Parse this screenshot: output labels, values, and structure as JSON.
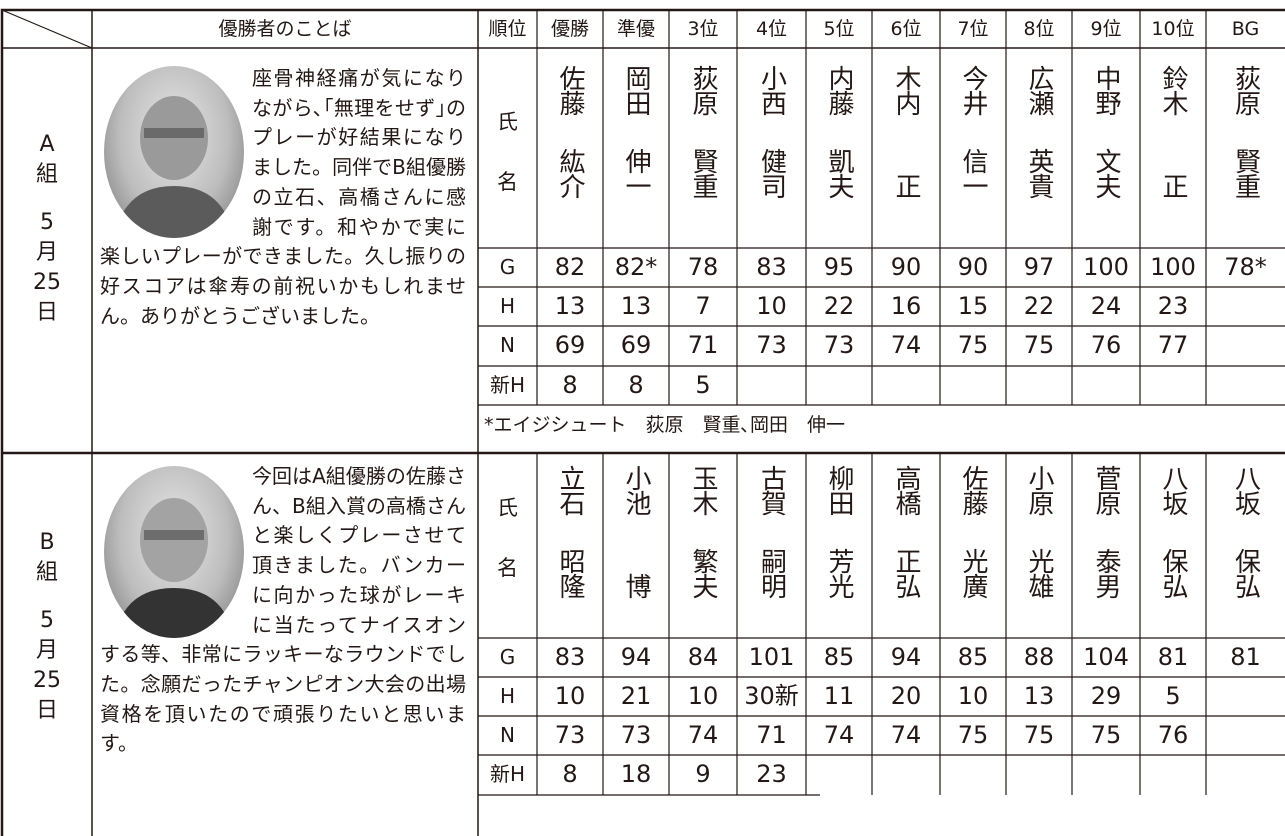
{
  "header": {
    "message_title": "優勝者のことば",
    "columns": [
      "順位",
      "優勝",
      "準優",
      "3位",
      "4位",
      "5位",
      "6位",
      "7位",
      "8位",
      "9位",
      "10位",
      "BG"
    ]
  },
  "labels": {
    "name_top": "氏",
    "name_bottom": "名",
    "g": "G",
    "h": "H",
    "n": "N",
    "newh": "新H"
  },
  "groupA": {
    "side": [
      "A",
      "組",
      "5",
      "月",
      "25",
      "日"
    ],
    "message": "座骨神経痛が気になりながら､｢無理をせず｣のプレーが好結果になりました。同伴でB組優勝の立石、高橋さんに感謝です。和やかで実に楽しいプレーができました。久し振りの好スコアは傘寿の前祝いかもしれません。ありがとうございました。",
    "players": [
      {
        "family": "佐藤",
        "given": "紘介"
      },
      {
        "family": "岡田",
        "given": "伸一"
      },
      {
        "family": "荻原",
        "given": "賢重"
      },
      {
        "family": "小西",
        "given": "健司"
      },
      {
        "family": "内藤",
        "given": "凱夫"
      },
      {
        "family": "木内",
        "given": "正"
      },
      {
        "family": "今井",
        "given": "信一"
      },
      {
        "family": "広瀬",
        "given": "英貴"
      },
      {
        "family": "中野",
        "given": "文夫"
      },
      {
        "family": "鈴木",
        "given": "正"
      },
      {
        "family": "荻原",
        "given": "賢重"
      }
    ],
    "G": [
      "82",
      "82*",
      "78",
      "83",
      "95",
      "90",
      "90",
      "97",
      "100",
      "100",
      "78*"
    ],
    "H": [
      "13",
      "13",
      "7",
      "10",
      "22",
      "16",
      "15",
      "22",
      "24",
      "23",
      ""
    ],
    "N": [
      "69",
      "69",
      "71",
      "73",
      "73",
      "74",
      "75",
      "75",
      "76",
      "77",
      ""
    ],
    "newH": [
      "8",
      "8",
      "5",
      "",
      "",
      "",
      "",
      "",
      "",
      "",
      ""
    ],
    "note": "*エイジシュート　荻原　賢重､岡田　伸一"
  },
  "groupB": {
    "side": [
      "B",
      "組",
      "5",
      "月",
      "25",
      "日"
    ],
    "message": "今回はA組優勝の佐藤さん、B組入賞の高橋さんと楽しくプレーさせて頂きました。バンカーに向かった球がレーキに当たってナイスオンする等、非常にラッキーなラウンドでした。念願だったチャンピオン大会の出場資格を頂いたので頑張りたいと思います。",
    "players": [
      {
        "family": "立石",
        "given": "昭隆"
      },
      {
        "family": "小池",
        "given": "博"
      },
      {
        "family": "玉木",
        "given": "繁夫"
      },
      {
        "family": "古賀",
        "given": "嗣明"
      },
      {
        "family": "柳田",
        "given": "芳光"
      },
      {
        "family": "高橋",
        "given": "正弘"
      },
      {
        "family": "佐藤",
        "given": "光廣"
      },
      {
        "family": "小原",
        "given": "光雄"
      },
      {
        "family": "菅原",
        "given": "泰男"
      },
      {
        "family": "八坂",
        "given": "保弘"
      },
      {
        "family": "八坂",
        "given": "保弘"
      }
    ],
    "G": [
      "83",
      "94",
      "84",
      "101",
      "85",
      "94",
      "85",
      "88",
      "104",
      "81",
      "81"
    ],
    "H": [
      "10",
      "21",
      "10",
      "30新",
      "11",
      "20",
      "10",
      "13",
      "29",
      "5",
      ""
    ],
    "N": [
      "73",
      "73",
      "74",
      "71",
      "74",
      "74",
      "75",
      "75",
      "75",
      "76",
      ""
    ],
    "newH": [
      "8",
      "18",
      "9",
      "23",
      "",
      "",
      "",
      "",
      "",
      "",
      ""
    ]
  }
}
